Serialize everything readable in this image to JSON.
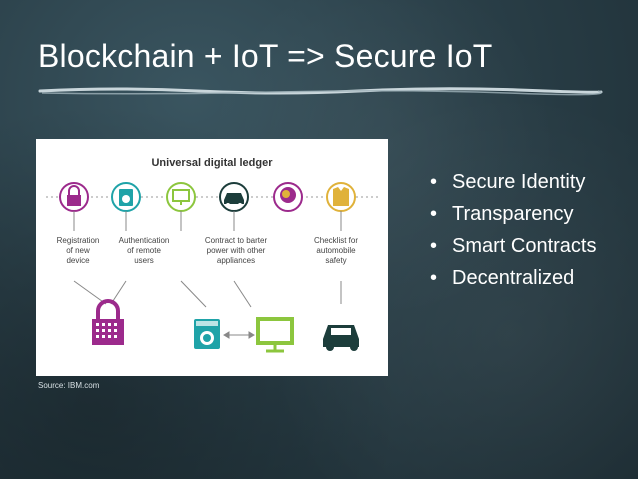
{
  "slide": {
    "title": "Blockchain + IoT => Secure IoT",
    "source": "Source: IBM.com",
    "bullets": [
      "Secure Identity",
      "Transparency",
      "Smart Contracts",
      "Decentralized"
    ]
  },
  "diagram": {
    "header": "Universal digital ledger",
    "labels": [
      [
        "Registration",
        "of new",
        "device"
      ],
      [
        "Authentication",
        "of remote",
        "users"
      ],
      [
        "Contract to barter",
        "power with other",
        "appliances"
      ],
      [
        "Checklist for",
        "automobile",
        "safety"
      ]
    ],
    "icons": [
      "lock-icon",
      "washer-icon",
      "monitor-icon",
      "car-icon",
      "brain-icon",
      "jacket-icon"
    ]
  },
  "colors": {
    "magenta": "#9c2a8c",
    "teal": "#1fa3a8",
    "lime": "#8cc63e",
    "dark": "#1c3d3b",
    "gold": "#e0b23a"
  }
}
